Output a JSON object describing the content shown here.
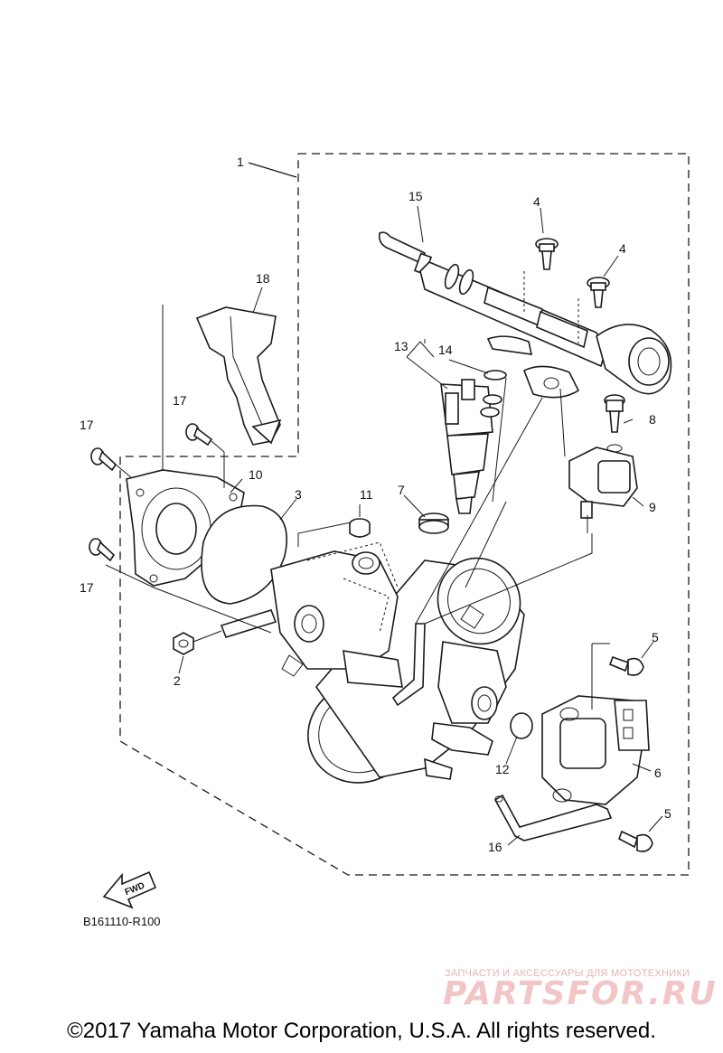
{
  "diagram": {
    "callouts": [
      "1",
      "2",
      "3",
      "4",
      "4",
      "5",
      "5",
      "6",
      "7",
      "8",
      "9",
      "10",
      "11",
      "12",
      "13",
      "14",
      "15",
      "16",
      "17",
      "17",
      "17",
      "18"
    ],
    "diagram_code": "B161110-R100",
    "fwd_label": "FWD"
  },
  "watermark": {
    "tagline": "ЗАПЧАСТИ И АКСЕССУАРЫ ДЛЯ МОТОТЕХНИКИ",
    "logo_text": "PARTSFOR.RU"
  },
  "copyright": "©2017 Yamaha Motor Corporation, U.S.A. All rights reserved."
}
